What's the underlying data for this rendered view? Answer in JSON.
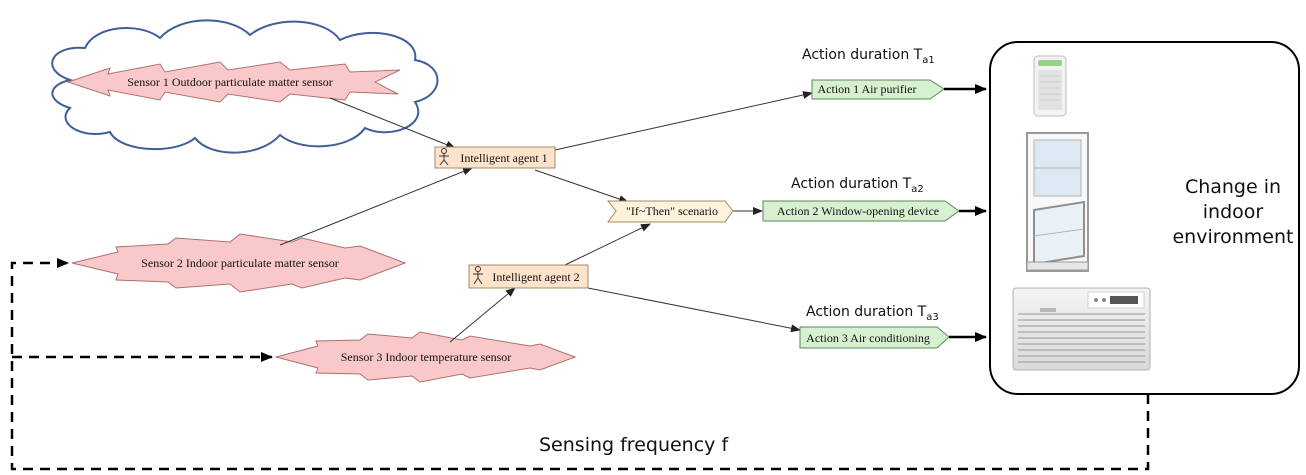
{
  "sensors": [
    {
      "label": "Sensor 1 Outdoor particulate matter sensor"
    },
    {
      "label": "Sensor 2 Indoor particulate matter sensor"
    },
    {
      "label": "Sensor 3 Indoor temperature sensor"
    }
  ],
  "agents": [
    {
      "label": "Intelligent agent 1"
    },
    {
      "label": "Intelligent agent 2"
    }
  ],
  "scenario": {
    "label": "\"If~Then\" scenario"
  },
  "actions": [
    {
      "label": "Action 1 Air purifier",
      "duration_text": "Action duration T",
      "duration_sub": "a1"
    },
    {
      "label": "Action 2 Window-opening device",
      "duration_text": "Action duration T",
      "duration_sub": "a2"
    },
    {
      "label": "Action 3 Air conditioning",
      "duration_text": "Action duration T",
      "duration_sub": "a3"
    }
  ],
  "environment": {
    "lines": [
      "Change in",
      "indoor",
      "environment"
    ]
  },
  "feedback": {
    "label": "Sensing frequency f"
  },
  "colors": {
    "sensor_fill": "#f9c9c9",
    "sensor_stroke": "#b07070",
    "agent_fill": "#fde3cc",
    "scenario_fill": "#fdf2dc",
    "action_fill": "#d7f0d0",
    "action_stroke": "#5a8a5a",
    "cloud_stroke": "#3f5f98"
  },
  "icons": [
    "air-purifier-icon",
    "window-icon",
    "air-conditioner-icon",
    "stick-figure-icon"
  ]
}
